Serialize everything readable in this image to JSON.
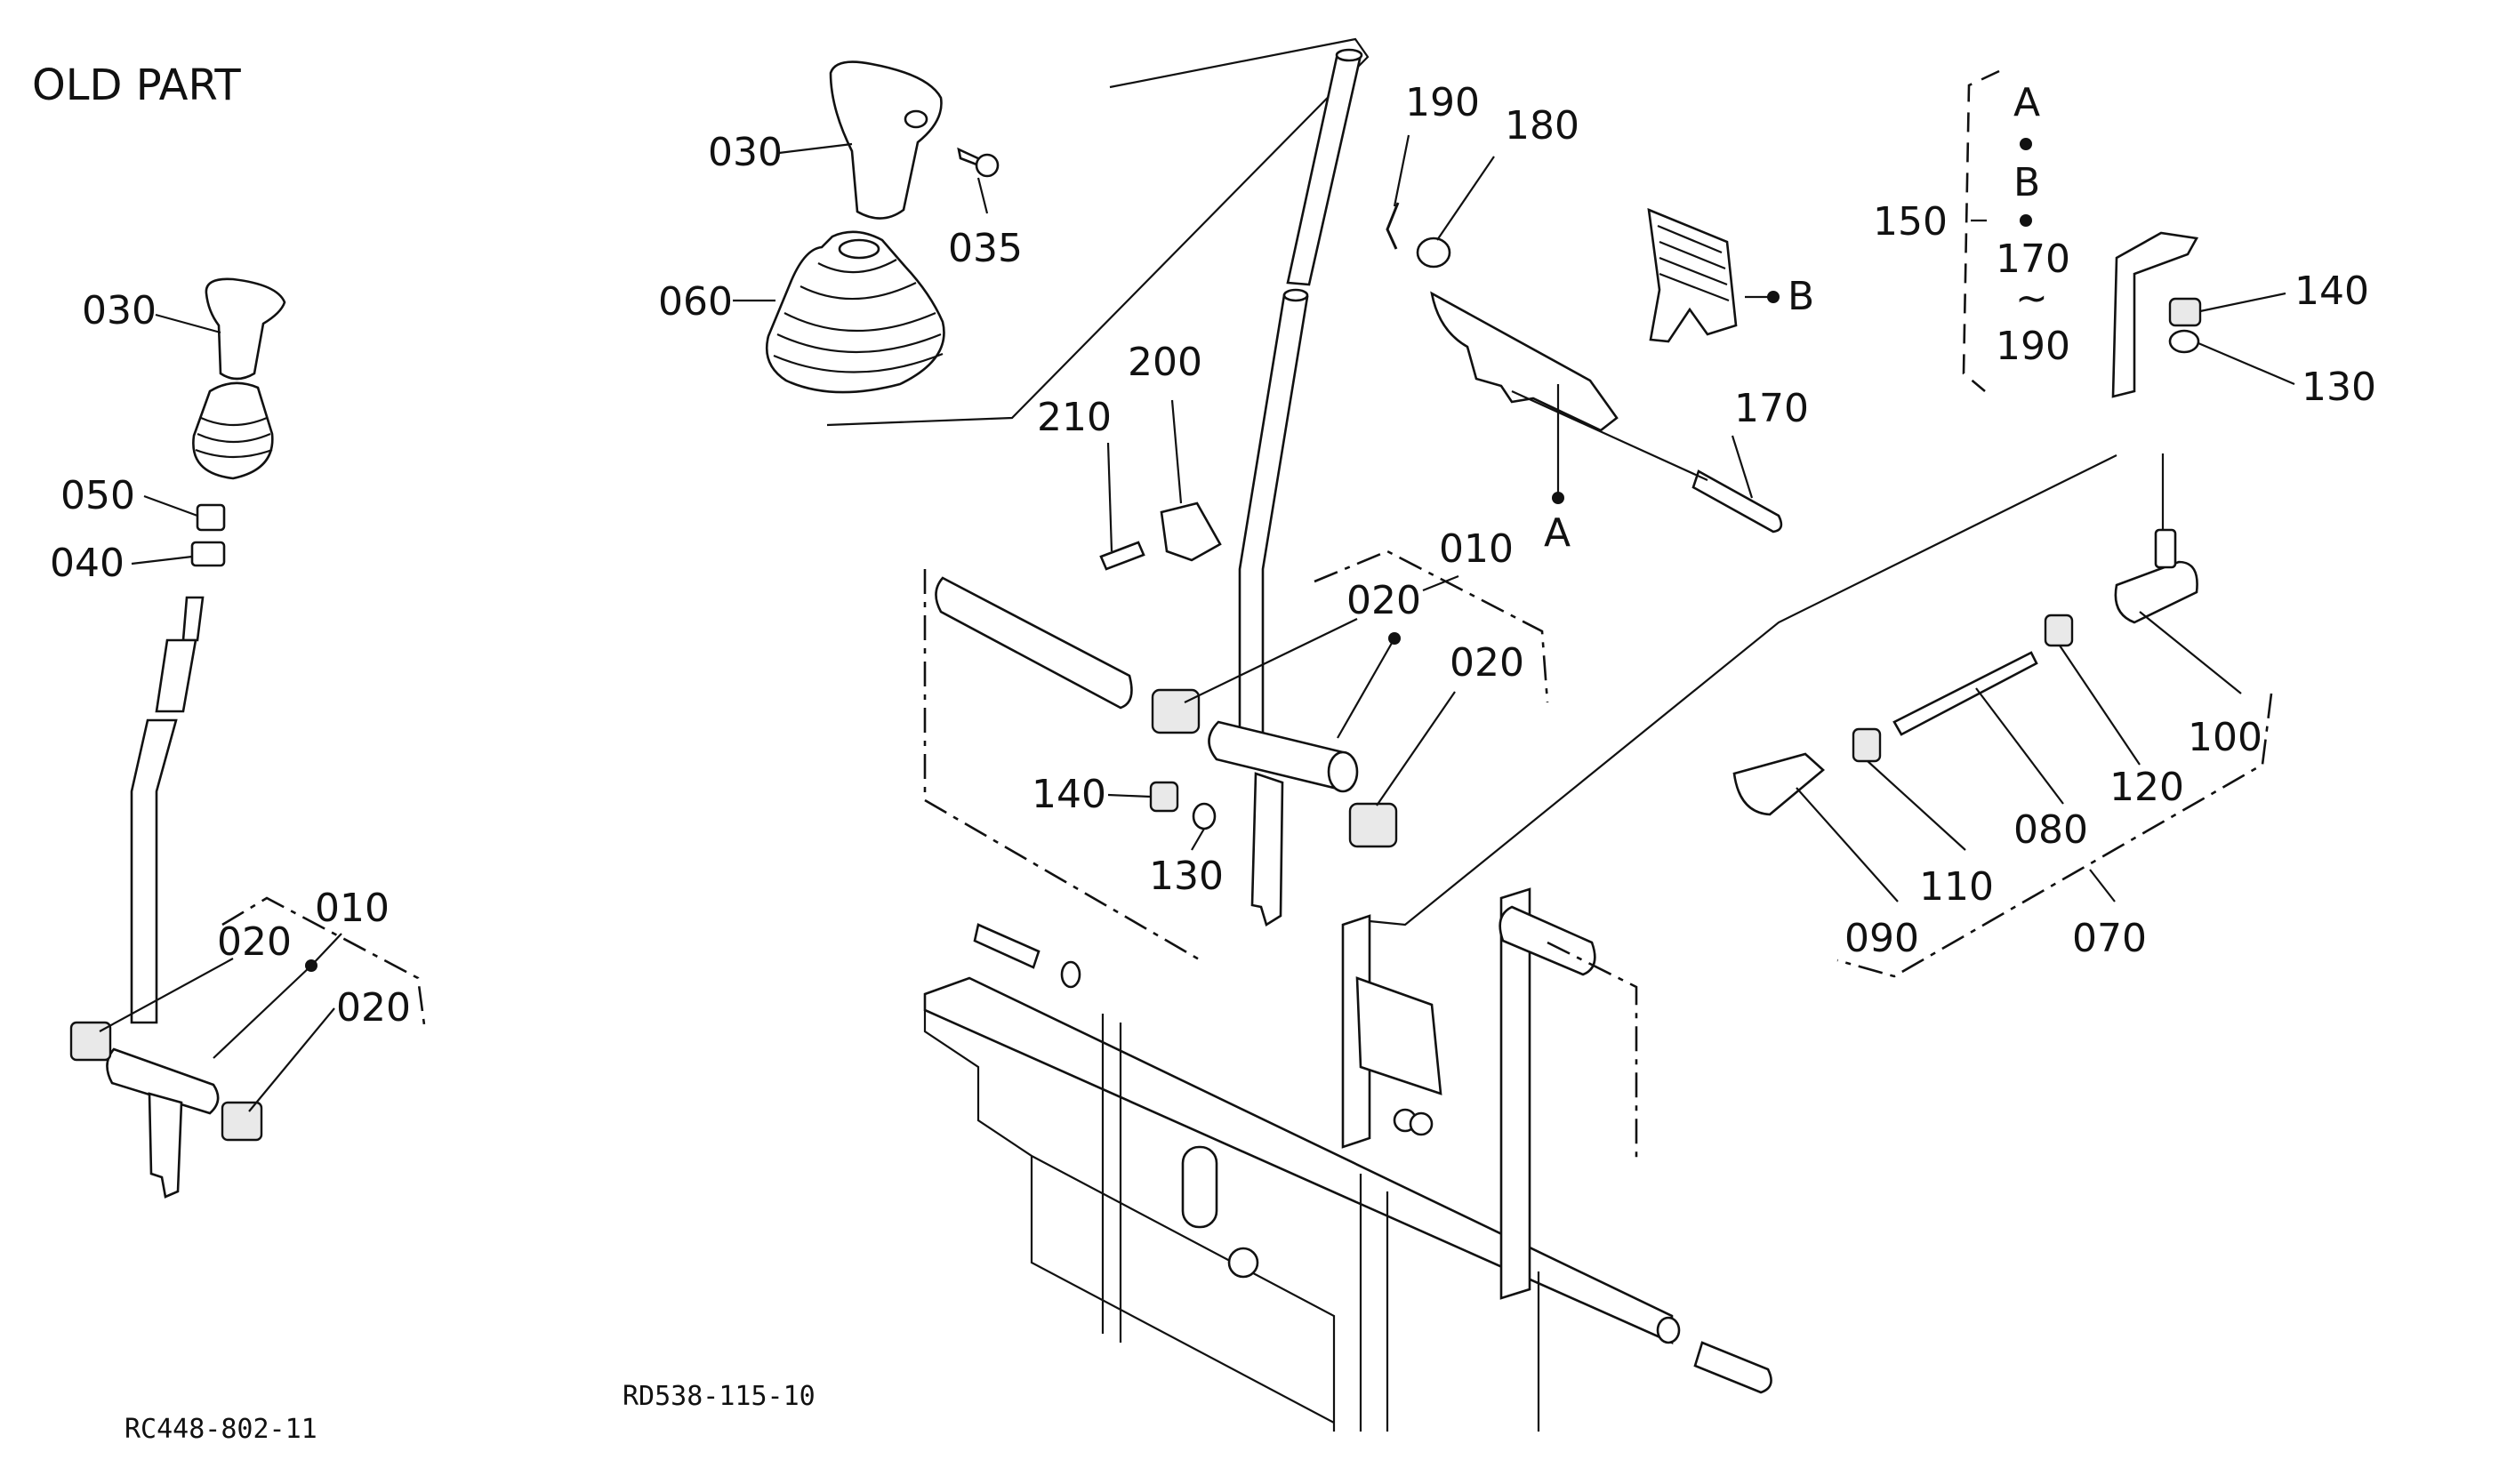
{
  "title": "OLD PART",
  "drawing_codes": {
    "left": "RC448-802-11",
    "center": "RD538-115-10"
  },
  "left_assembly": {
    "callouts": [
      "030",
      "050",
      "040",
      "010",
      "020",
      "020"
    ]
  },
  "main_assembly": {
    "callouts": [
      "030",
      "035",
      "060",
      "190",
      "180",
      "B",
      "210",
      "200",
      "170",
      "A",
      "010",
      "020",
      "020",
      "140",
      "130",
      "150",
      "140",
      "130",
      "100",
      "120",
      "080",
      "110",
      "090",
      "070"
    ]
  },
  "kit_150": {
    "line1": "A",
    "line2": "B",
    "line3": "170",
    "tilde": "~",
    "line4": "190"
  }
}
